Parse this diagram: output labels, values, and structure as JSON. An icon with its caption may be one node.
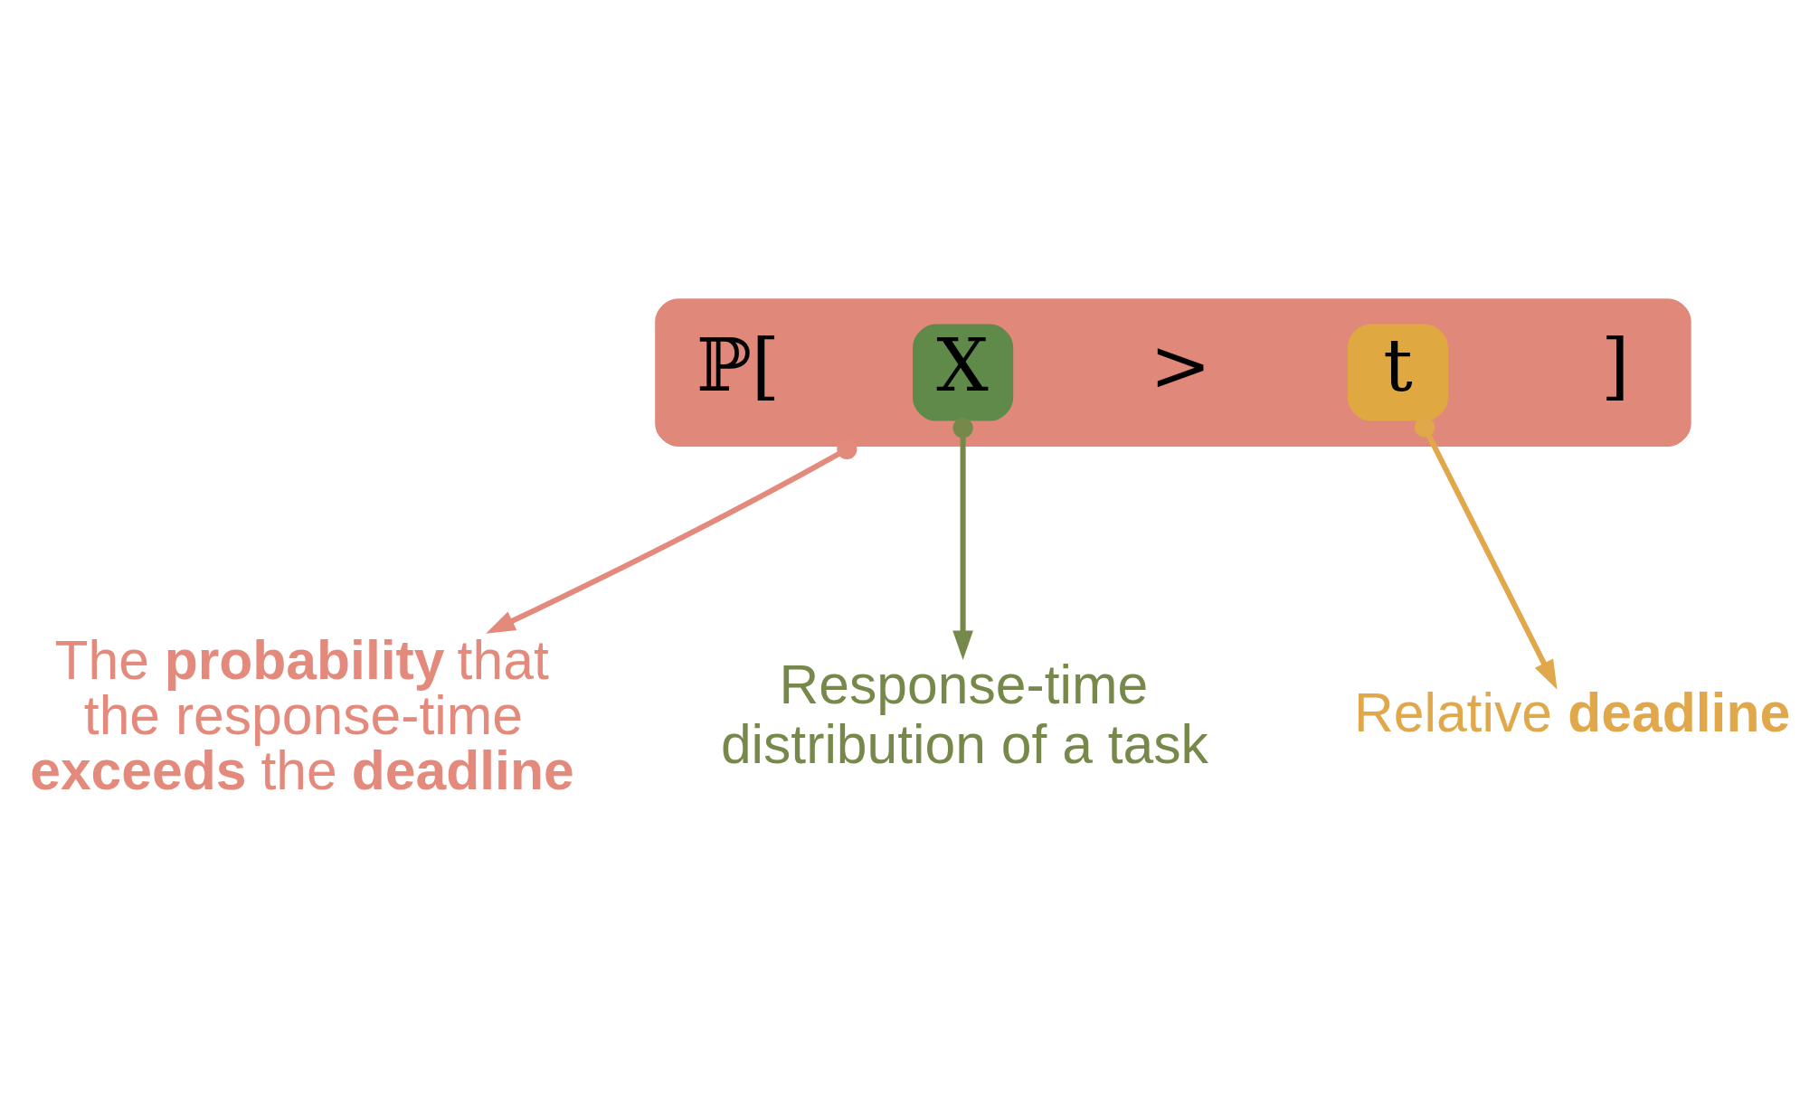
{
  "diagram": {
    "nodes": [
      {
        "text": [
          "ℙ[",
          ">",
          "]"
        ]
      },
      {
        "text": [
          "X"
        ],
        "in": 0
      },
      {
        "text": [
          "t"
        ],
        "in": 0
      },
      {
        "text": [
          "The **probability** that the response-time **exceeds** the **deadline**"
        ]
      },
      {
        "text": [
          "Response-time distribution of a task"
        ]
      },
      {
        "text": [
          "Relative **deadline**"
        ]
      }
    ],
    "edges": [
      {
        "from": 0,
        "to": 3,
        "arrow": "to",
        "color": "#e48a7c"
      },
      {
        "from": 1,
        "to": 4,
        "arrow": "to",
        "color": "#76894a"
      },
      {
        "from": 2,
        "to": 5,
        "arrow": "to",
        "color": "#e0a84a"
      }
    ]
  }
}
